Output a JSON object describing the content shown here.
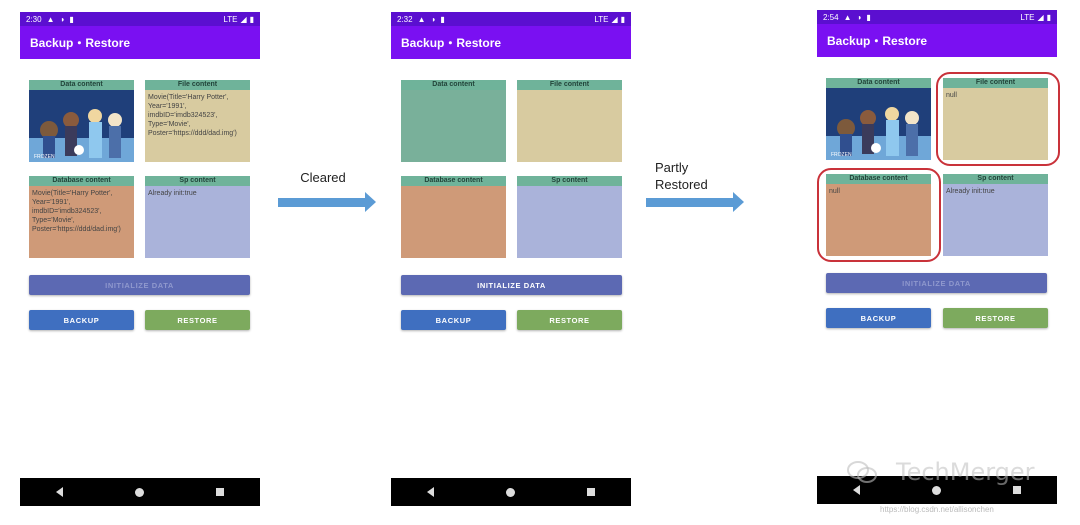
{
  "screens": [
    {
      "time": "2:30",
      "network": "LTE",
      "title": "Backup・Restore",
      "cards": {
        "data": {
          "header": "Data content",
          "text": ""
        },
        "file": {
          "header": "File content",
          "text": "Movie(Title='Harry Potter', Year='1991', imdbID='imdb324523', Type='Movie', Poster='https://ddd/dad.img')"
        },
        "db": {
          "header": "Database content",
          "text": "Movie(Title='Harry Potter', Year='1991', imdbID='imdb324523', Type='Movie', Poster='https://ddd/dad.img')"
        },
        "sp": {
          "header": "Sp content",
          "text": "Already init:true"
        }
      },
      "buttons": {
        "init": "INITIALIZE DATA",
        "backup": "BACKUP",
        "restore": "RESTORE"
      }
    },
    {
      "time": "2:32",
      "network": "LTE",
      "title": "Backup・Restore",
      "cards": {
        "data": {
          "header": "Data content",
          "text": ""
        },
        "file": {
          "header": "File content",
          "text": ""
        },
        "db": {
          "header": "Database content",
          "text": ""
        },
        "sp": {
          "header": "Sp content",
          "text": ""
        }
      },
      "buttons": {
        "init": "INITIALIZE DATA",
        "backup": "BACKUP",
        "restore": "RESTORE"
      }
    },
    {
      "time": "2:54",
      "network": "LTE",
      "title": "Backup・Restore",
      "cards": {
        "data": {
          "header": "Data content",
          "text": ""
        },
        "file": {
          "header": "File content",
          "text": "null"
        },
        "db": {
          "header": "Database content",
          "text": "null"
        },
        "sp": {
          "header": "Sp content",
          "text": "Already init:true"
        }
      },
      "buttons": {
        "init": "INITIALIZE DATA",
        "backup": "BACKUP",
        "restore": "RESTORE"
      }
    }
  ],
  "arrows": {
    "first": "Cleared",
    "second_line1": "Partly",
    "second_line2": "Restored"
  },
  "image_caption": "FROZEN",
  "watermark": {
    "name": "TechMerger",
    "url": "https://blog.csdn.net/allisonchen"
  },
  "colors": {
    "status_bar": "#5b0fd0",
    "app_bar": "#7a10f2",
    "arrow": "#5b9bd5",
    "highlight_ring": "#c9323a"
  }
}
